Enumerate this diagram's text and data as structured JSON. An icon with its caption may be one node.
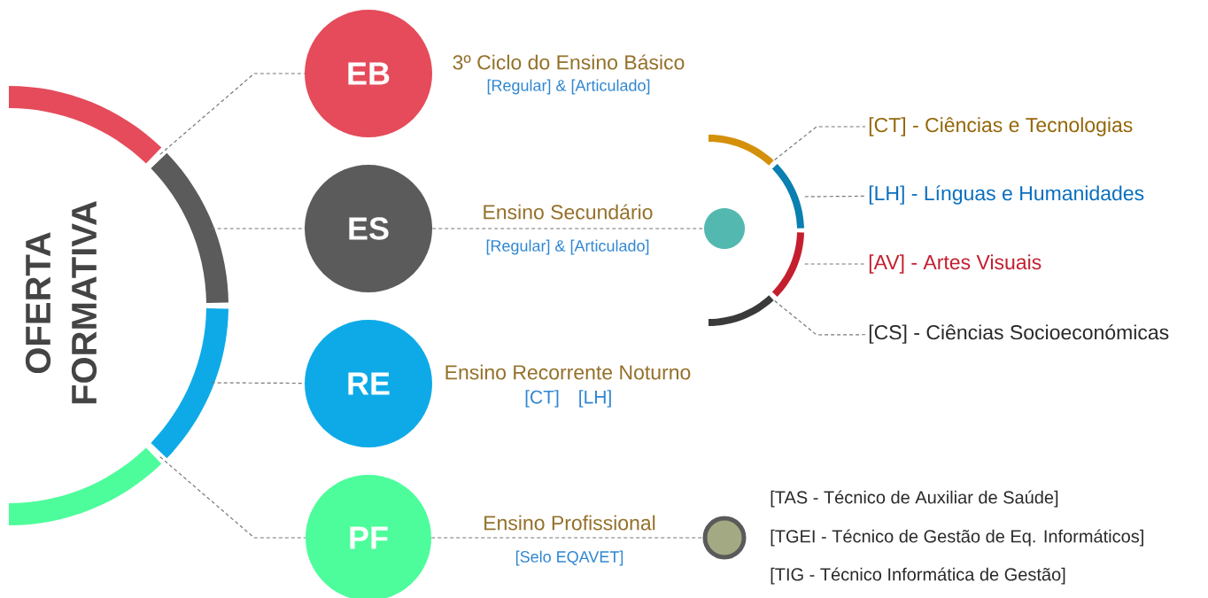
{
  "diagram": {
    "title": "OFERTA FORMATIVA",
    "nodes": [
      {
        "text": [],
        "shape": "arc"
      },
      {
        "text": [],
        "shape": "arc"
      },
      {
        "text": [],
        "shape": "arc"
      },
      {
        "text": [],
        "shape": "arc"
      },
      {
        "text": [
          "EB"
        ],
        "beside": [
          "3º Ciclo do Ensino Básico",
          "[Regular] & [Articulado]"
        ]
      },
      {
        "text": [
          "ES"
        ],
        "beside": [
          "Ensino Secundário",
          "[Regular] & [Articulado]"
        ]
      },
      {
        "text": [
          "RE"
        ],
        "beside": [
          "Ensino Recorrente Noturno",
          "[CT]",
          "[LH]"
        ]
      },
      {
        "text": [
          "PF"
        ],
        "beside": [
          "Ensino Profissional",
          "[Selo EQAVET]"
        ]
      },
      {
        "text": [],
        "shape": "circle"
      },
      {
        "text": [],
        "shape": "arc"
      },
      {
        "text": [],
        "shape": "arc"
      },
      {
        "text": [],
        "shape": "arc"
      },
      {
        "text": [],
        "shape": "arc"
      },
      {
        "text": [
          "[CT] - Ciências e Tecnologias"
        ]
      },
      {
        "text": [
          "[LH] - Línguas e Humanidades"
        ]
      },
      {
        "text": [
          "[AV] - Artes Visuais"
        ]
      },
      {
        "text": [
          "[CS] - Ciências Socioeconómicas"
        ]
      },
      {
        "text": [],
        "shape": "circle",
        "beside": [
          "[TAS - Técnico de Auxiliar de Saúde]",
          "[TGEI - Técnico de Gestão de Eq. Informáticos]",
          "[TIG - Técnico Informática de Gestão]"
        ]
      }
    ],
    "edges": [
      {
        "from": 0,
        "to": 4,
        "arrow": "none"
      },
      {
        "from": 1,
        "to": 5,
        "arrow": "none"
      },
      {
        "from": 2,
        "to": 6,
        "arrow": "none"
      },
      {
        "from": 3,
        "to": 7,
        "arrow": "none"
      },
      {
        "from": 5,
        "to": 8,
        "arrow": "none"
      },
      {
        "from": 9,
        "to": 13,
        "arrow": "none"
      },
      {
        "from": 10,
        "to": 14,
        "arrow": "none"
      },
      {
        "from": 11,
        "to": 15,
        "arrow": "none"
      },
      {
        "from": 12,
        "to": 16,
        "arrow": "none"
      },
      {
        "from": 7,
        "to": 17,
        "arrow": "none"
      }
    ]
  }
}
